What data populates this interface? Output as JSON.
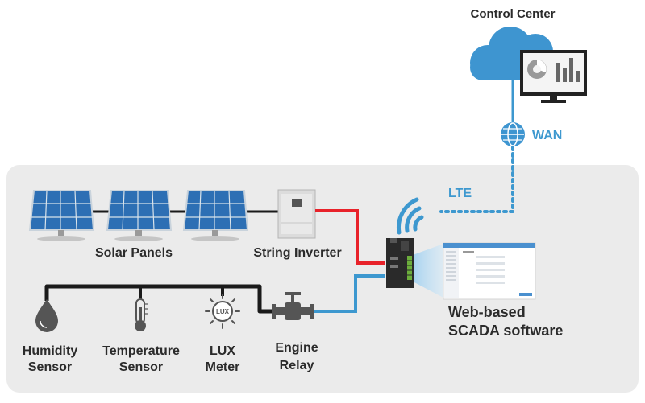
{
  "labels": {
    "control_center": "Control Center",
    "wan": "WAN",
    "lte": "LTE",
    "solar_panels": "Solar Panels",
    "string_inverter": "String Inverter",
    "scada_line1": "Web-based",
    "scada_line2": "SCADA software",
    "humidity_line1": "Humidity",
    "humidity_line2": "Sensor",
    "temperature_line1": "Temperature",
    "temperature_line2": "Sensor",
    "lux_line1": "LUX",
    "lux_line2": "Meter",
    "engine_line1": "Engine",
    "engine_line2": "Relay",
    "lux_icon_text": "LUX"
  },
  "colors": {
    "panel_bg": "#ebebeb",
    "cloud": "#3e95d0",
    "link_blue": "#3d98cf",
    "power_red": "#e8222a",
    "wire_black": "#1a1a1a",
    "solar_cell": "#2d6fb4",
    "icon_gray": "#555555"
  },
  "icons": [
    "cloud-icon",
    "monitor-icon",
    "globe-icon",
    "wifi-signal-icon",
    "solar-panel-icon",
    "inverter-icon",
    "rtu-device-icon",
    "scada-screen-icon",
    "humidity-drop-icon",
    "thermometer-icon",
    "lux-sun-icon",
    "valve-icon"
  ]
}
